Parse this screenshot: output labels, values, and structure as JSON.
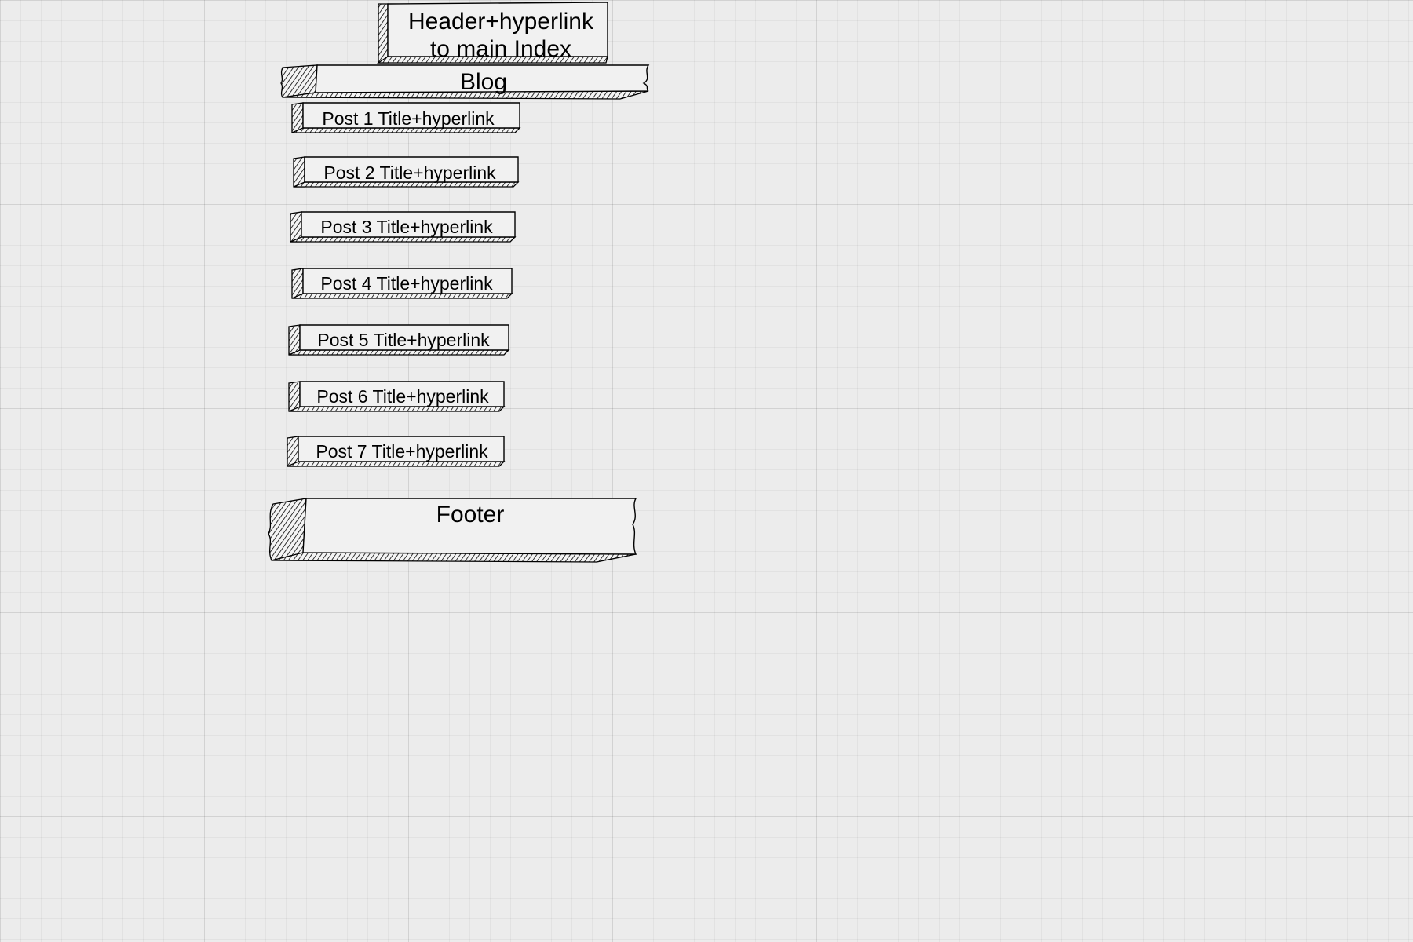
{
  "header": {
    "line1": "Header+hyperlink",
    "line2": "to main Index"
  },
  "blog": {
    "title": "Blog"
  },
  "posts": [
    {
      "label": "Post 1 Title+hyperlink"
    },
    {
      "label": "Post 2 Title+hyperlink"
    },
    {
      "label": "Post 3 Title+hyperlink"
    },
    {
      "label": "Post 4 Title+hyperlink"
    },
    {
      "label": "Post 5 Title+hyperlink"
    },
    {
      "label": "Post 6 Title+hyperlink"
    },
    {
      "label": "Post 7 Title+hyperlink"
    }
  ],
  "footer": {
    "label": "Footer"
  },
  "colors": {
    "background": "#ececec",
    "ink": "#000000",
    "paper": "#f1f1f1"
  }
}
